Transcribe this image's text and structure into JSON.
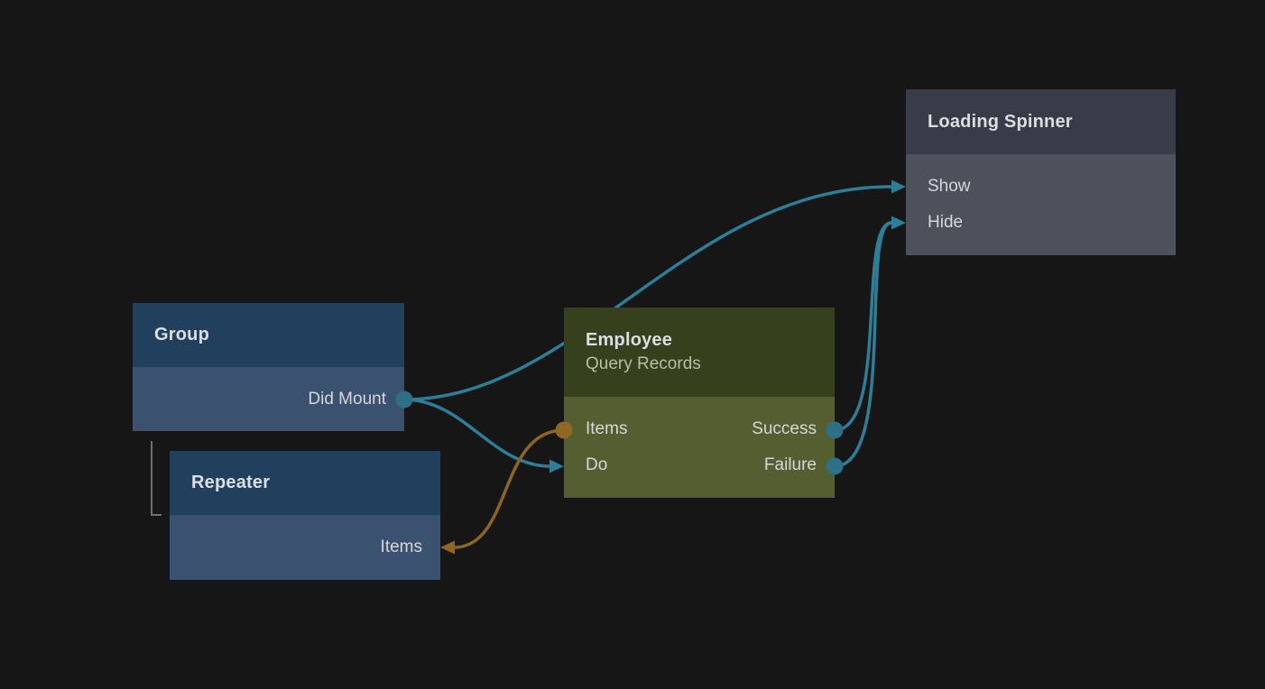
{
  "app": {
    "view": "node-editor-canvas"
  },
  "colors": {
    "background": "#161617",
    "wire_teal": "#2e7e99",
    "wire_gold": "#8d6520",
    "dot_teal": "#2d7187",
    "dot_gold": "#8f6922",
    "arrow_teal": "#2e7e99",
    "arrow_gold": "#8f671f",
    "bracket_gray": "#6e7074",
    "blue_header": "#21405e",
    "blue_body": "#3b5170",
    "olive_header": "#36401d",
    "olive_body": "#555e31",
    "gray_header": "#383c48",
    "gray_body": "#4c515c"
  },
  "nodes": {
    "group": {
      "title": "Group",
      "ports": {
        "did_mount": "Did Mount"
      }
    },
    "repeater": {
      "title": "Repeater",
      "ports": {
        "items": "Items"
      }
    },
    "employee": {
      "title": "Employee",
      "subtitle": "Query Records",
      "ports": {
        "items": "Items",
        "do": "Do",
        "success": "Success",
        "failure": "Failure"
      }
    },
    "loading_spinner": {
      "title": "Loading Spinner",
      "ports": {
        "show": "Show",
        "hide": "Hide"
      }
    }
  },
  "connections": [
    {
      "from": "group.did_mount",
      "to": "loading_spinner.show",
      "color": "teal"
    },
    {
      "from": "group.did_mount",
      "to": "employee.do",
      "color": "teal"
    },
    {
      "from": "employee.success",
      "to": "loading_spinner.hide",
      "color": "teal"
    },
    {
      "from": "employee.failure",
      "to": "loading_spinner.hide",
      "color": "teal"
    },
    {
      "from": "employee.items",
      "to": "repeater.items",
      "color": "gold"
    }
  ],
  "hierarchy": [
    {
      "parent": "group",
      "child": "repeater"
    }
  ]
}
